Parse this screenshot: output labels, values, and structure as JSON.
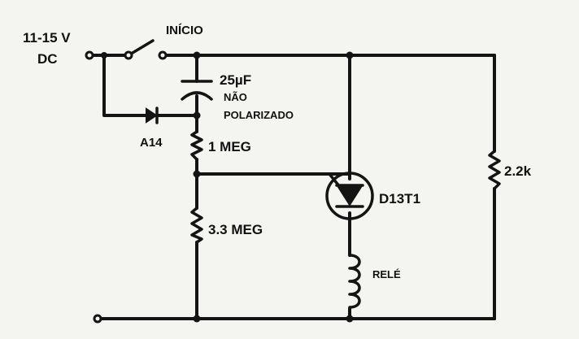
{
  "power": {
    "voltage": "11-15 V",
    "type": "DC"
  },
  "switch": {
    "label": "INÍCIO"
  },
  "capacitor": {
    "value": "25µF",
    "note_line1": "NÃO",
    "note_line2": "POLARIZADO"
  },
  "diode": {
    "label": "A14"
  },
  "resistor_top": {
    "label": "1 MEG"
  },
  "resistor_bottom": {
    "label": "3.3 MEG"
  },
  "resistor_right": {
    "label": "2.2k"
  },
  "trigger_diode": {
    "label": "D13T1"
  },
  "relay": {
    "label": "RELÉ"
  },
  "colors": {
    "ink": "#141414",
    "paper": "#f4f4f1"
  }
}
